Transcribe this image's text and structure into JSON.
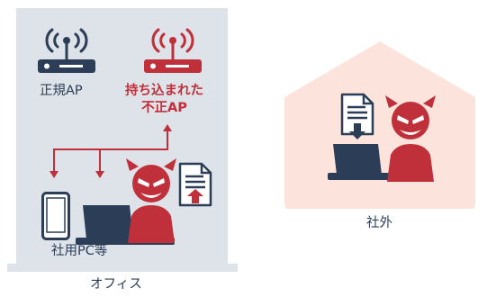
{
  "office": {
    "label": "オフィス",
    "legit_ap_label": "正規AP",
    "rogue_ap_label_line1": "持ち込まれた",
    "rogue_ap_label_line2": "不正AP",
    "pc_label": "社用PC等"
  },
  "home": {
    "label": "社外"
  },
  "colors": {
    "navy": "#2c3e57",
    "red": "#c0303a",
    "office_bg": "#dde3e9",
    "home_bg": "#fce4dc"
  }
}
